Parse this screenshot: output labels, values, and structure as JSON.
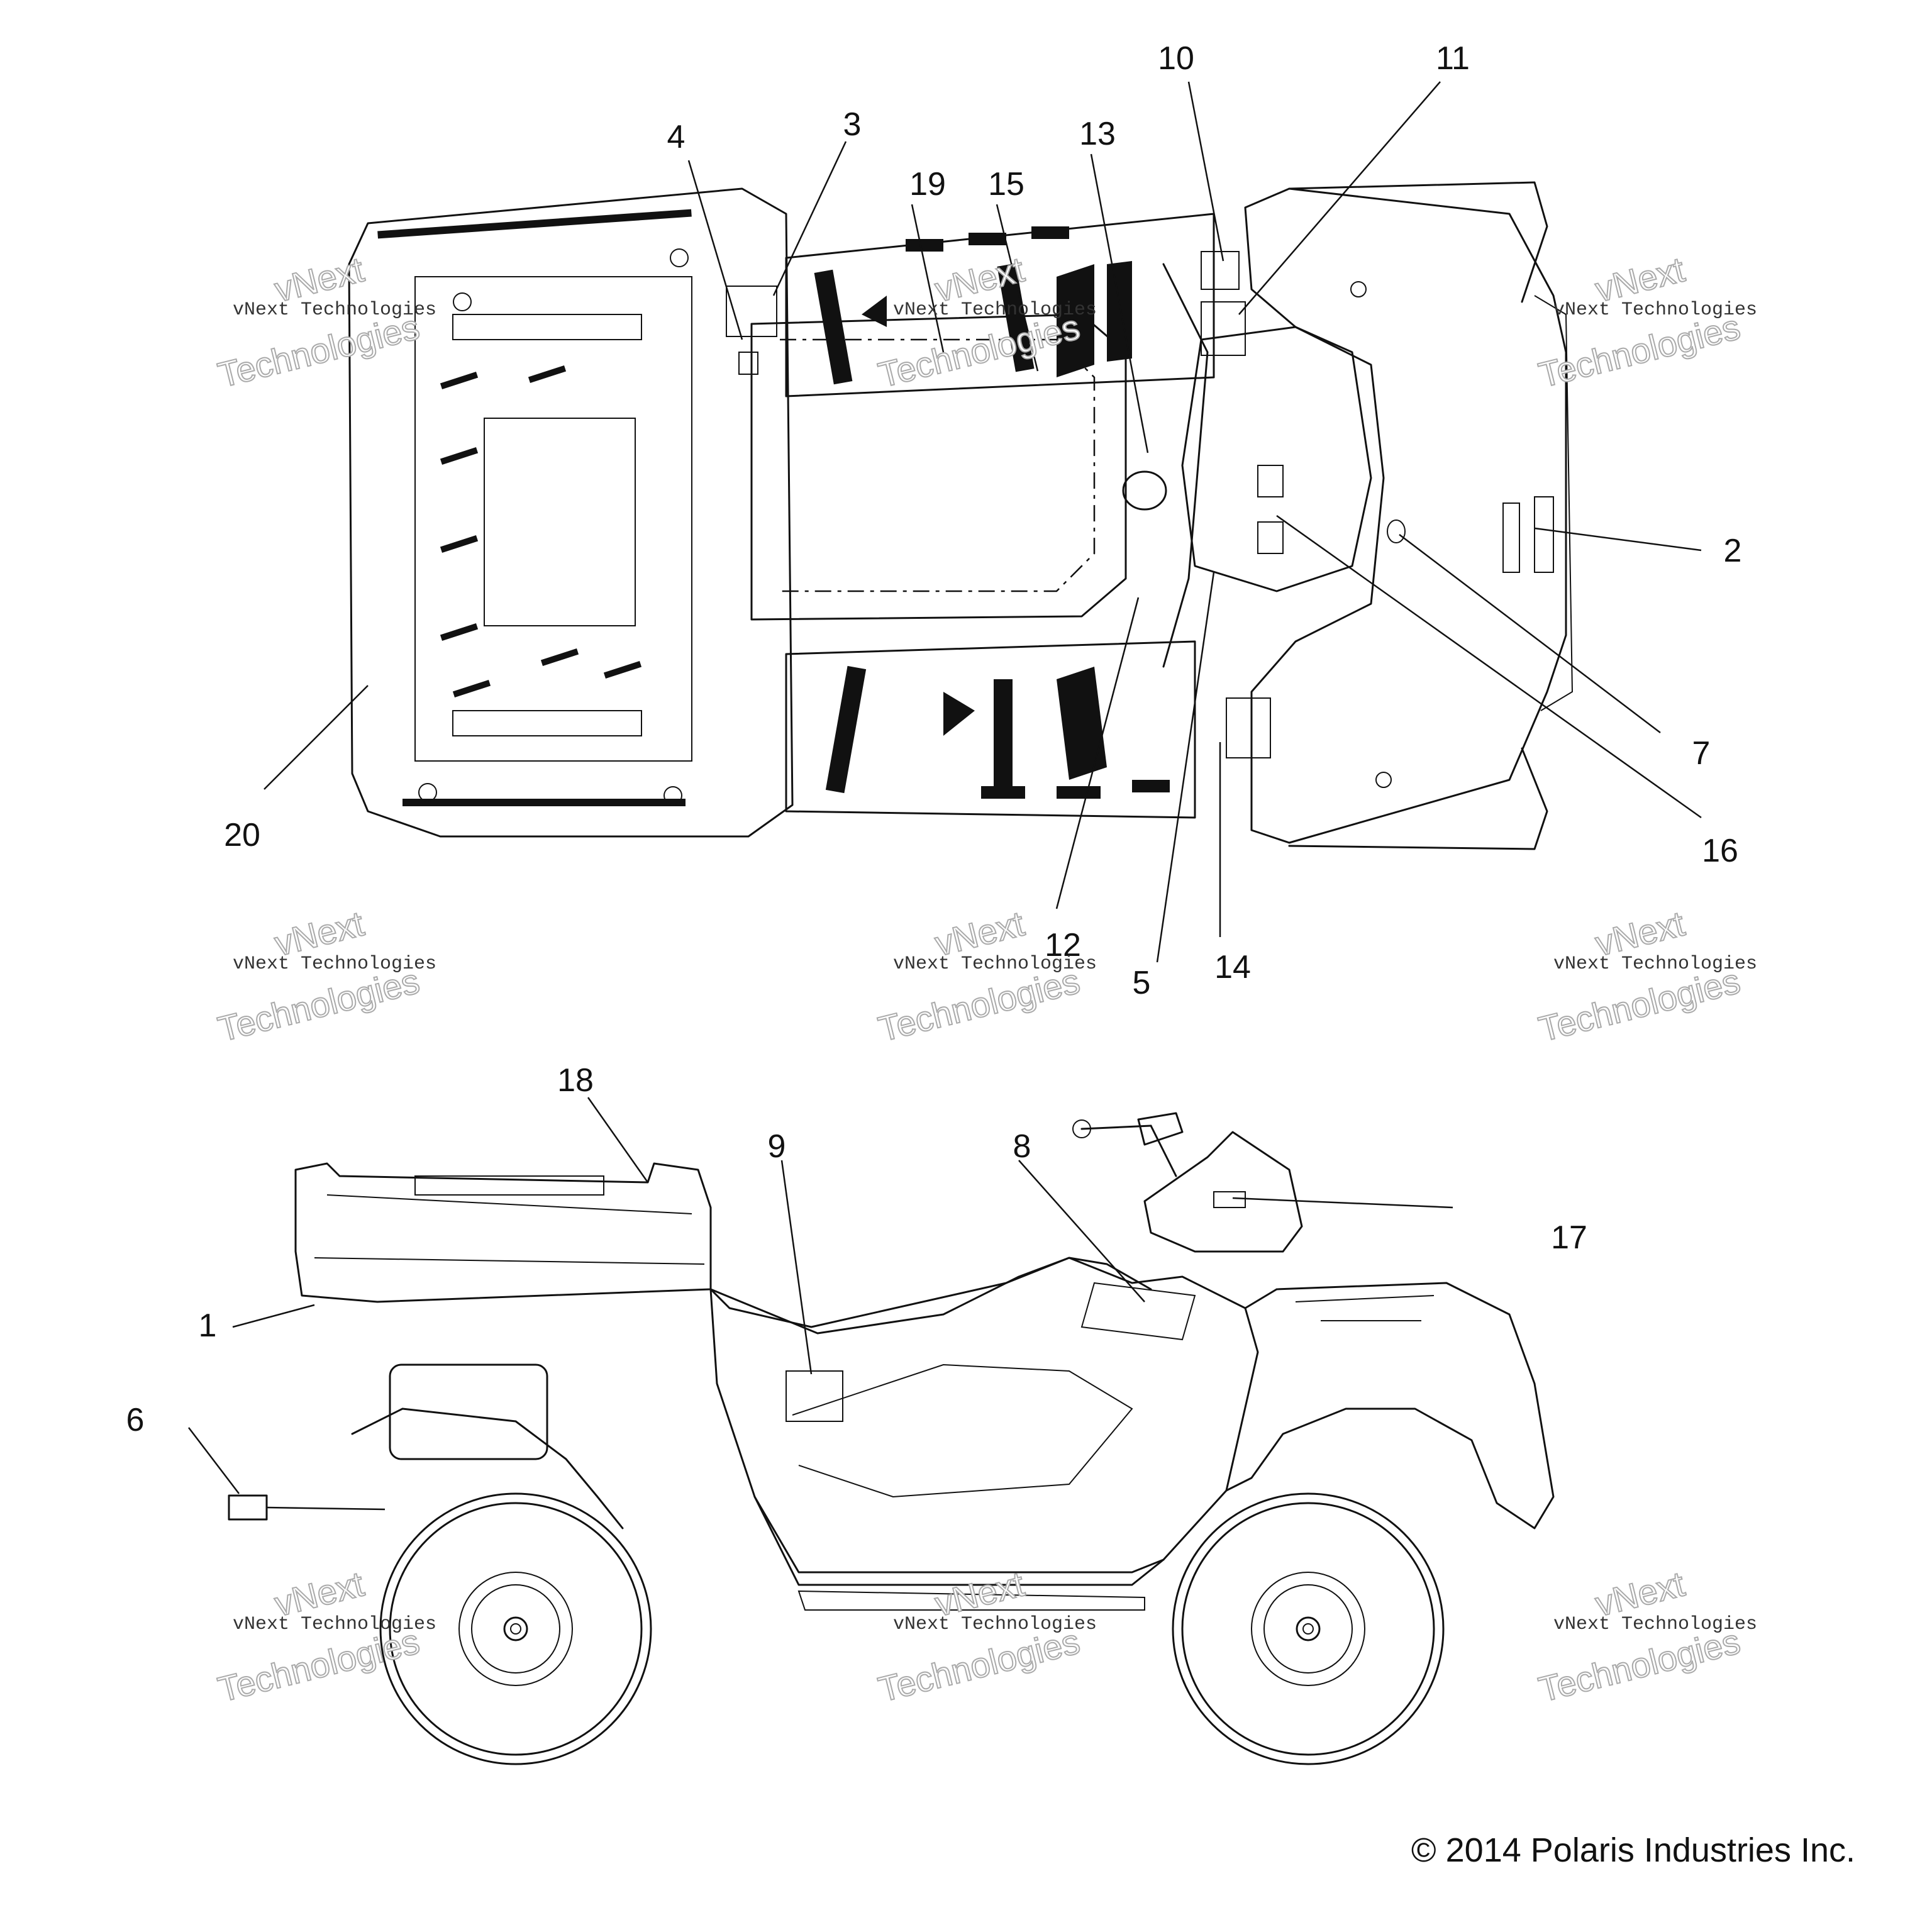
{
  "callouts": [
    "1",
    "2",
    "3",
    "4",
    "5",
    "6",
    "7",
    "8",
    "9",
    "10",
    "11",
    "12",
    "13",
    "14",
    "15",
    "16",
    "17",
    "18",
    "19",
    "20"
  ],
  "watermark": {
    "line1": "vNext Technologies",
    "line2": "Technologies",
    "tag": "vNext"
  },
  "copyright": "© 2014 Polaris Industries Inc.",
  "colors": {
    "line": "#111111",
    "background": "#ffffff"
  }
}
